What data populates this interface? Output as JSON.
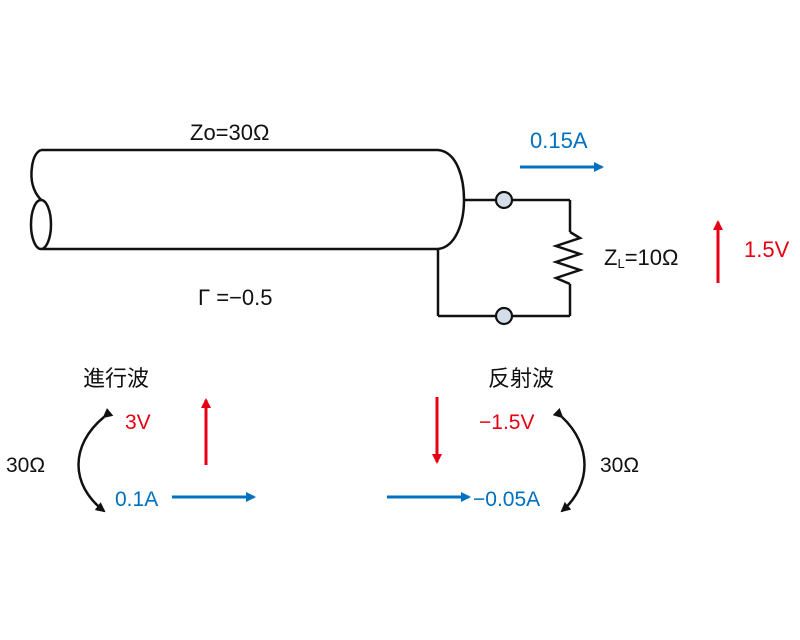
{
  "colors": {
    "line": "#111111",
    "voltage": "#e60012",
    "current": "#0070c0",
    "terminal_fill": "#d4dde8"
  },
  "line": {
    "impedance_label": "Zo=30Ω",
    "reflection_label": "Γ =−0.5"
  },
  "load": {
    "impedance_prefix": "Z",
    "impedance_sub": "L",
    "impedance_value": "=10Ω",
    "current_label": "0.15A",
    "voltage_label": "1.5V"
  },
  "incident_wave": {
    "title": "進行波",
    "voltage_label": "3V",
    "current_label": "0.1A",
    "impedance_label": "30Ω"
  },
  "reflected_wave": {
    "title": "反射波",
    "voltage_label": "−1.5V",
    "current_label": "−0.05A",
    "impedance_label": "30Ω"
  }
}
